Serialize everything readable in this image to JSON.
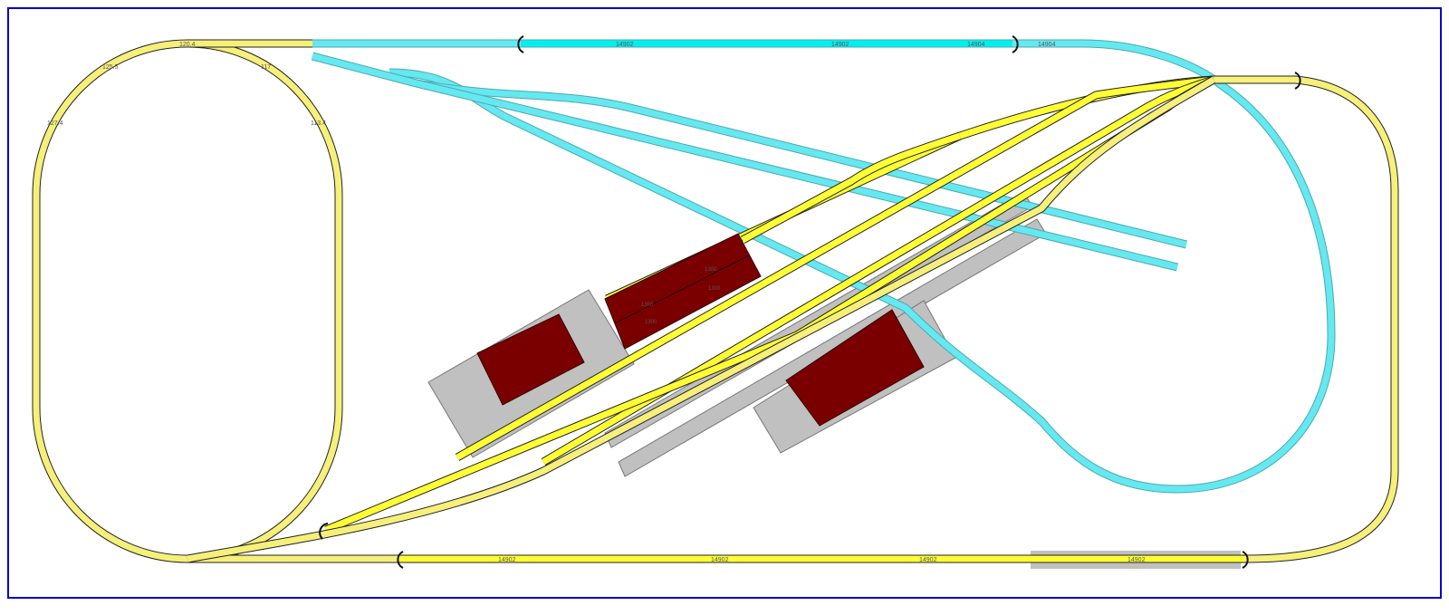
{
  "layout": {
    "title": "Track plan",
    "colors": {
      "border": "#0000cc",
      "main_track": "#ffff33",
      "secondary_track": "#66e8f0",
      "building_roof": "#7a0000",
      "platform": "#c0c0c0"
    },
    "top_labels": [
      "14902",
      "14902",
      "14904",
      "14904"
    ],
    "bottom_labels": [
      "14902",
      "14902",
      "14902",
      "14902"
    ],
    "oval_labels": [
      "120.4",
      "125.5",
      "127.4",
      "113.4",
      "117"
    ],
    "building_labels": [
      "1300",
      "1300",
      "1300",
      "1300"
    ]
  }
}
